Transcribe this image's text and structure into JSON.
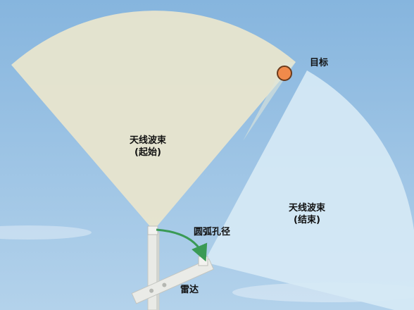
{
  "labels": {
    "target": "目标",
    "beam_start_line1": "天线波束",
    "beam_start_line2": "(起始)",
    "beam_end_line1": "天线波束",
    "beam_end_line2": "(结束)",
    "aperture": "圆弧孔径",
    "radar": "雷达"
  },
  "colors": {
    "sky_top": "#8ab8df",
    "sky_bottom": "#b0d0ea",
    "beam_start": "#e7e3cc",
    "beam_end": "#d5e8f4",
    "arrow": "#3a9a55",
    "target": "#f08a4b"
  }
}
